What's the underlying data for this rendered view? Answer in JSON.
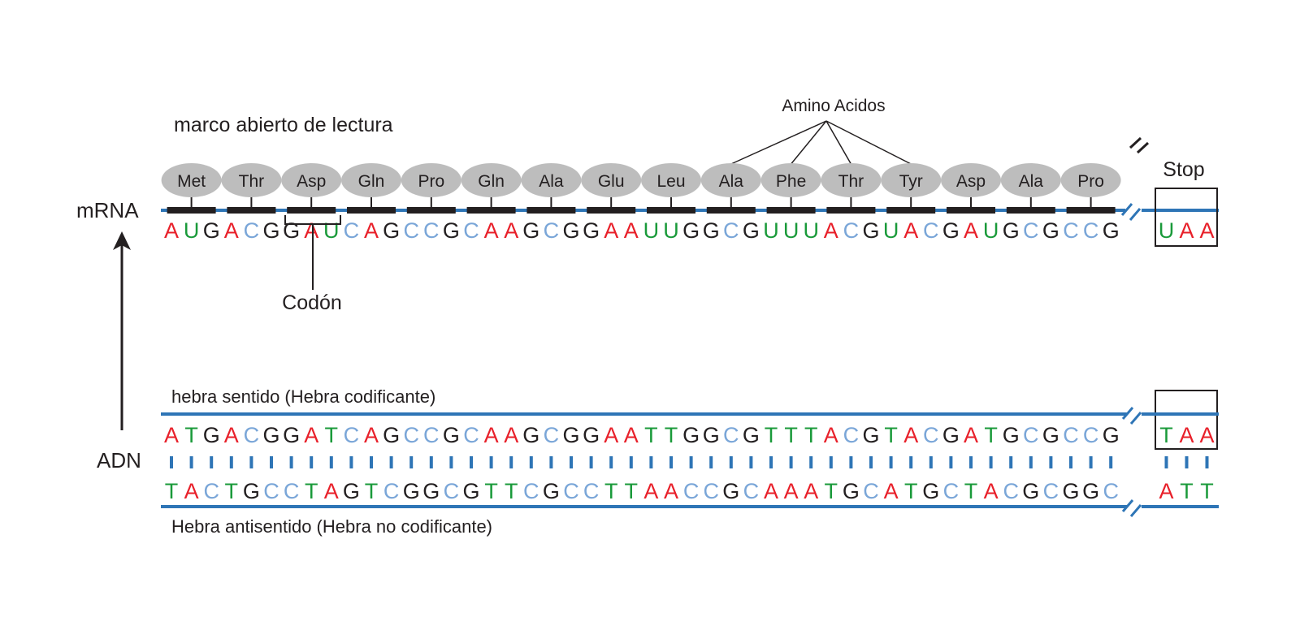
{
  "labels": {
    "orf": "marco abierto de lectura",
    "mrna": "mRNA",
    "amino_acids": "Amino Acidos",
    "codon": "Codón",
    "stop": "Stop",
    "dna": "ADN",
    "sense": "hebra sentido (Hebra codificante)",
    "antisense": "Hebra antisentido (Hebra no codificante)"
  },
  "amino_acid_chain": [
    "Met",
    "Thr",
    "Asp",
    "Gln",
    "Pro",
    "Gln",
    "Ala",
    "Glu",
    "Leu",
    "Ala",
    "Phe",
    "Thr",
    "Tyr",
    "Asp",
    "Ala",
    "Pro"
  ],
  "mrna_sequence": "AUGACGGAUCAGCCGCAAGCGGAAUUGGCGUUUACGUACGAUGCGCCG",
  "mrna_stop": "UAA",
  "sense_sequence": "ATGACGGATCAGCCGCAAGCGGAATTGGCGTTTACGTACGATGCGCCG",
  "sense_stop": "TAA",
  "antisense_sequence": "TACTGCCTAGTCGGCGTTCGCCTTAACCGCAAATGCATGCTACGCGGC",
  "antisense_stop": "ATT",
  "colors": {
    "A": "#e8202a",
    "U": "#1a9a3a",
    "T": "#1a9a3a",
    "G": "#231f20",
    "C": "#7aa6d8",
    "strand": "#2e75b6",
    "bead": "#bdbdbd",
    "bar": "#231f20"
  }
}
